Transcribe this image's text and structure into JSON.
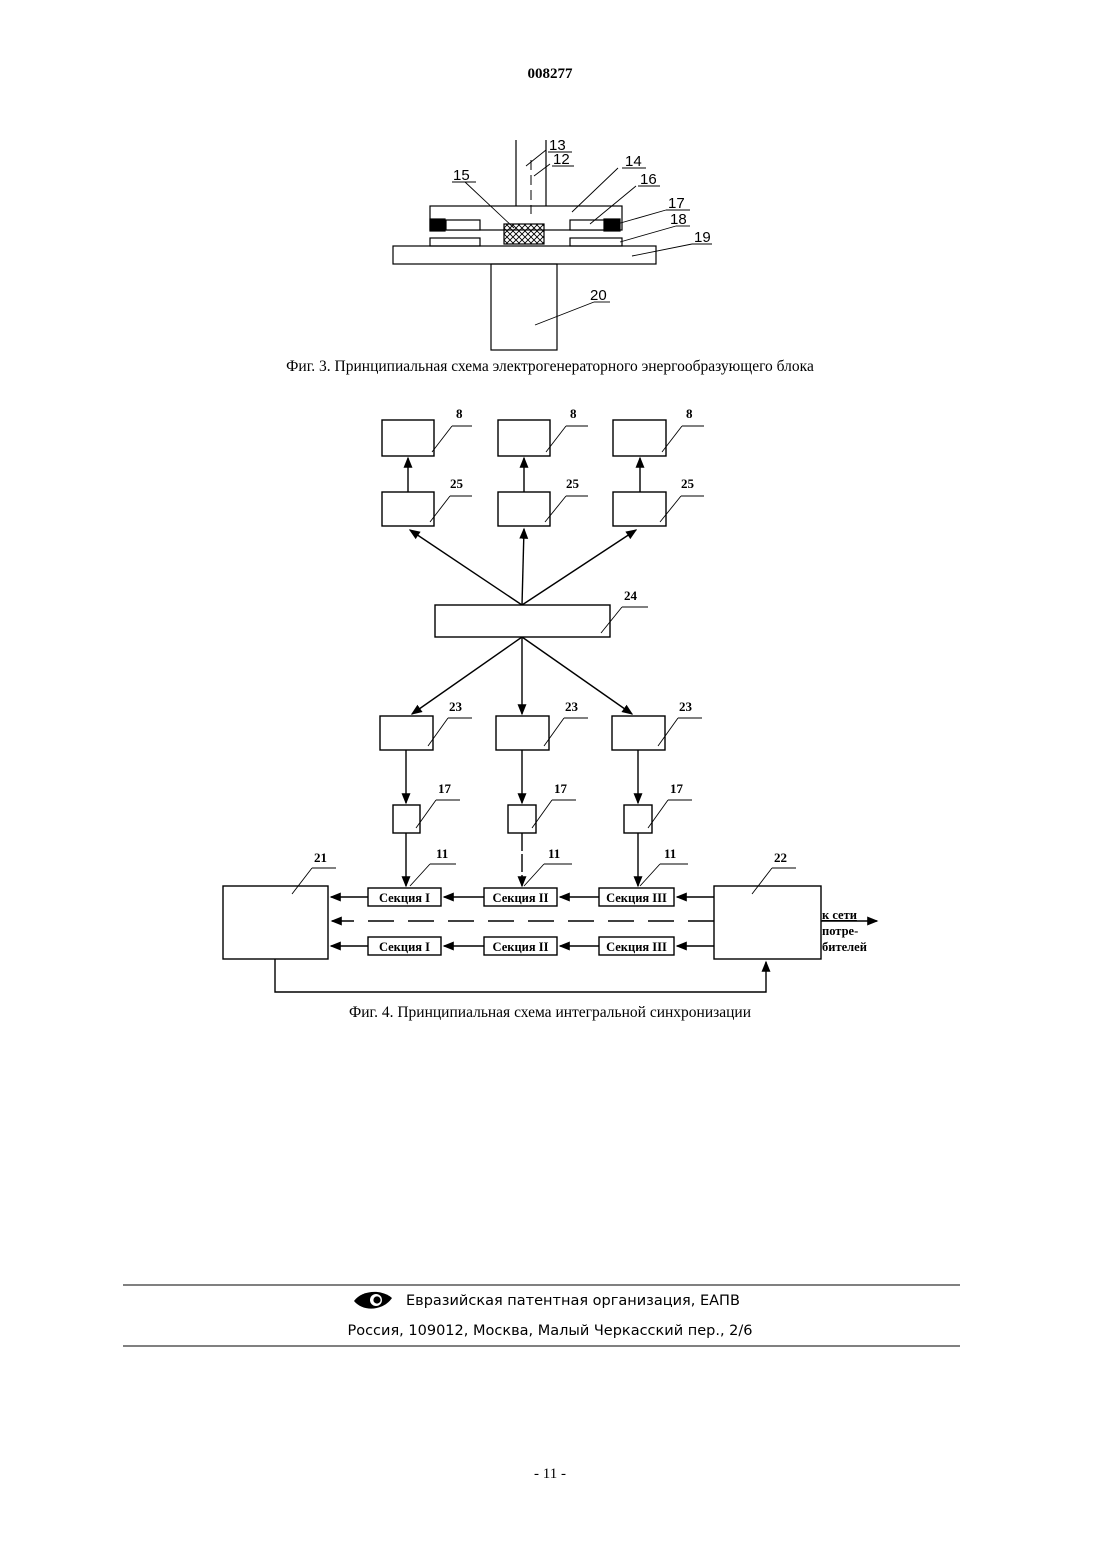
{
  "header": {
    "doc_number": "008277"
  },
  "fig3": {
    "caption": "Фиг. 3. Принципиальная схема электрогенераторного энергообразующего блока",
    "labels": {
      "l13": "13",
      "l12": "12",
      "l14": "14",
      "l15": "15",
      "l16": "16",
      "l17": "17",
      "l18": "18",
      "l19": "19",
      "l20": "20"
    }
  },
  "fig4": {
    "caption": "Фиг. 4. Принципиальная схема интегральной синхронизации",
    "labels": {
      "b8": "8",
      "b25": "25",
      "b24": "24",
      "b23": "23",
      "b17": "17",
      "b11": "11",
      "b21": "21",
      "b22": "22"
    },
    "sections": {
      "s1": "Секция I",
      "s2": "Секция II",
      "s3": "Секция III"
    },
    "output_label": {
      "line1": "к сети",
      "line2": "потре-",
      "line3": "бителей"
    }
  },
  "footer": {
    "org": "Евразийская патентная организация, ЕАПВ",
    "address": "Россия, 109012, Москва, Малый Черкасский пер., 2/6",
    "logo_icon": "eapo-eye-logo"
  },
  "page_number": "- 11 -"
}
